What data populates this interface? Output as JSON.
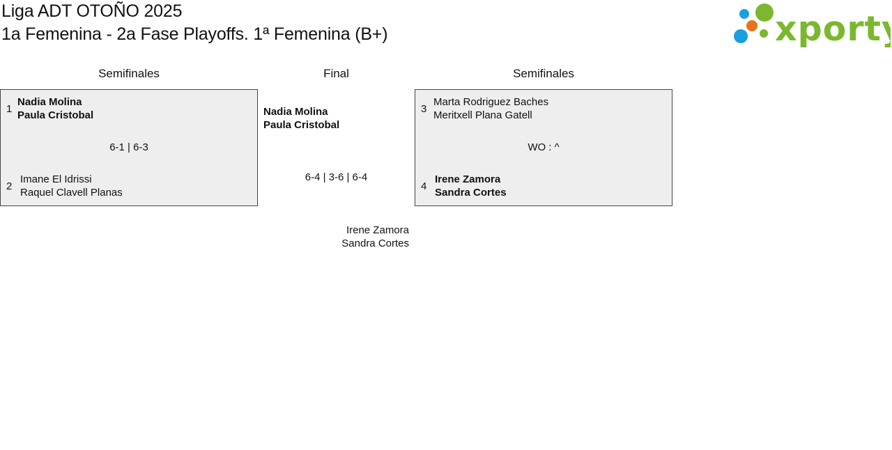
{
  "header": {
    "title_line1": "Liga ADT OTOÑO 2025",
    "title_line2": "1a Femenina - 2a Fase Playoffs. 1ª Femenina (B+)",
    "logo_text": "xporty"
  },
  "colors": {
    "logo_green": "#7cb82f",
    "logo_blue": "#1a9fe0",
    "logo_orange": "#e8731a",
    "box_fill": "#eeeeee",
    "box_border": "#444444"
  },
  "rounds": {
    "left_label": "Semifinales",
    "final_label": "Final",
    "right_label": "Semifinales"
  },
  "semifinal_left": {
    "top": {
      "seed": "1",
      "player1": "Nadia Molina",
      "player2": "Paula Cristobal",
      "winner": true
    },
    "score": "6-1 | 6-3",
    "bottom": {
      "seed": "2",
      "player1": "Imane El Idrissi",
      "player2": "Raquel Clavell Planas",
      "winner": false
    }
  },
  "semifinal_right": {
    "top": {
      "seed": "3",
      "player1": "Marta Rodriguez Baches",
      "player2": "Meritxell Plana Gatell",
      "winner": false
    },
    "score": "WO : ^",
    "bottom": {
      "seed": "4",
      "player1": "Irene Zamora",
      "player2": "Sandra Cortes",
      "winner": true
    }
  },
  "final": {
    "top": {
      "player1": "Nadia Molina",
      "player2": "Paula Cristobal",
      "winner": true
    },
    "score": "6-4 | 3-6 | 6-4",
    "bottom": {
      "player1": "Irene Zamora",
      "player2": "Sandra Cortes",
      "winner": false
    }
  }
}
